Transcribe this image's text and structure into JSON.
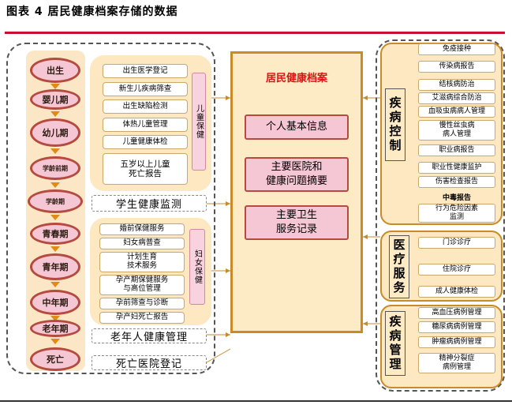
{
  "title": "图表 4   居民健康档案存储的数据",
  "center": {
    "title": "居民健康档案",
    "boxes": [
      "个人基本信息",
      "主要医院和\n健康问题摘要",
      "主要卫生\n服务记录"
    ]
  },
  "life_stages": [
    "出生",
    "婴儿期",
    "幼儿期",
    "学龄前期",
    "学龄期",
    "青春期",
    "青年期",
    "中年期",
    "老年期",
    "死亡"
  ],
  "child_group": {
    "label": "儿童保健",
    "items": [
      "出生医学登记",
      "新生儿疾病筛查",
      "出生缺陷检测",
      "体热儿童管理",
      "儿童健康体检",
      "五岁以上儿童\n死亡报告"
    ]
  },
  "student_monitor": "学生健康监测",
  "women_group": {
    "label": "妇女保健",
    "items": [
      "婚前保健服务",
      "妇女病普查",
      "计划生育\n技术服务",
      "孕产期保健服务\n与高位管理",
      "孕前筛查与诊断",
      "孕产妇死亡报告"
    ]
  },
  "elderly_mgmt": "老年人健康管理",
  "death_reg": "死亡医院登记",
  "disease_control": {
    "label": "疾病控制",
    "items": [
      "免疫接种",
      "传染病报告",
      "结核病防治",
      "艾滋病综合防治",
      "血吸虫病病人管理",
      "慢性丝虫病\n病人管理",
      "职业病报告",
      "职业性健康监护",
      "伤害检查报告",
      "中毒报告",
      "行为危险因素\n监测"
    ]
  },
  "medical_service": {
    "label": "医疗服务",
    "items": [
      "门诊诊疗",
      "住院诊疗",
      "成人健康体检"
    ]
  },
  "disease_mgmt": {
    "label": "疾病管理",
    "items": [
      "高血压病例管理",
      "糖尿病病例管理",
      "肿瘤病病例管理",
      "精神分裂症\n病例管理"
    ]
  },
  "colors": {
    "accent_red": "#c8102e",
    "stage_fill": "#f5c6d3",
    "stage_border": "#b54a3f",
    "panel": "#fde8c2",
    "arrow": "#e08a18"
  }
}
